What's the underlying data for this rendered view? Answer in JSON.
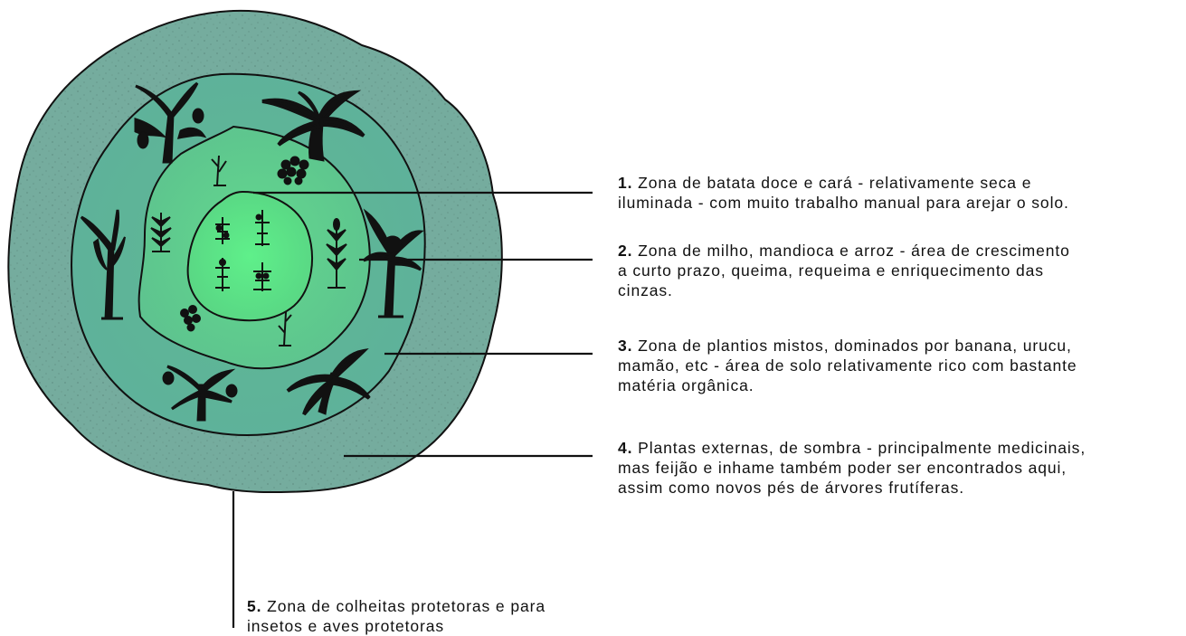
{
  "zones": [
    {
      "number": "1.",
      "lines": [
        "Zona de batata doce e cará - relativamente seca e",
        "iluminada - com muito trabalho manual para arejar o solo."
      ]
    },
    {
      "number": "2.",
      "lines": [
        "Zona de milho, mandioca e arroz - área de crescimento",
        "a curto prazo, queima, requeima e enriquecimento das",
        "cinzas."
      ]
    },
    {
      "number": "3.",
      "lines": [
        "Zona de plantios mistos, dominados por banana, urucu,",
        "mamão, etc - área de solo relativamente rico com bastante",
        "matéria orgânica."
      ]
    },
    {
      "number": "4.",
      "lines": [
        "Plantas externas, de sombra - principalmente medicinais,",
        "mas feijão e inhame também poder ser encontrados aqui,",
        "assim como novos pés de árvores frutíferas."
      ]
    },
    {
      "number": "5.",
      "lines": [
        "Zona de colheitas protetoras e para",
        "insetos e aves protetoras"
      ]
    }
  ],
  "colors": {
    "outer_ring": "#74ab9e",
    "zone_3": "#5cb896",
    "zone_2": "#61cf8d",
    "zone_1_center": "#5fe487",
    "outline": "#111111",
    "plant": "#111111"
  }
}
